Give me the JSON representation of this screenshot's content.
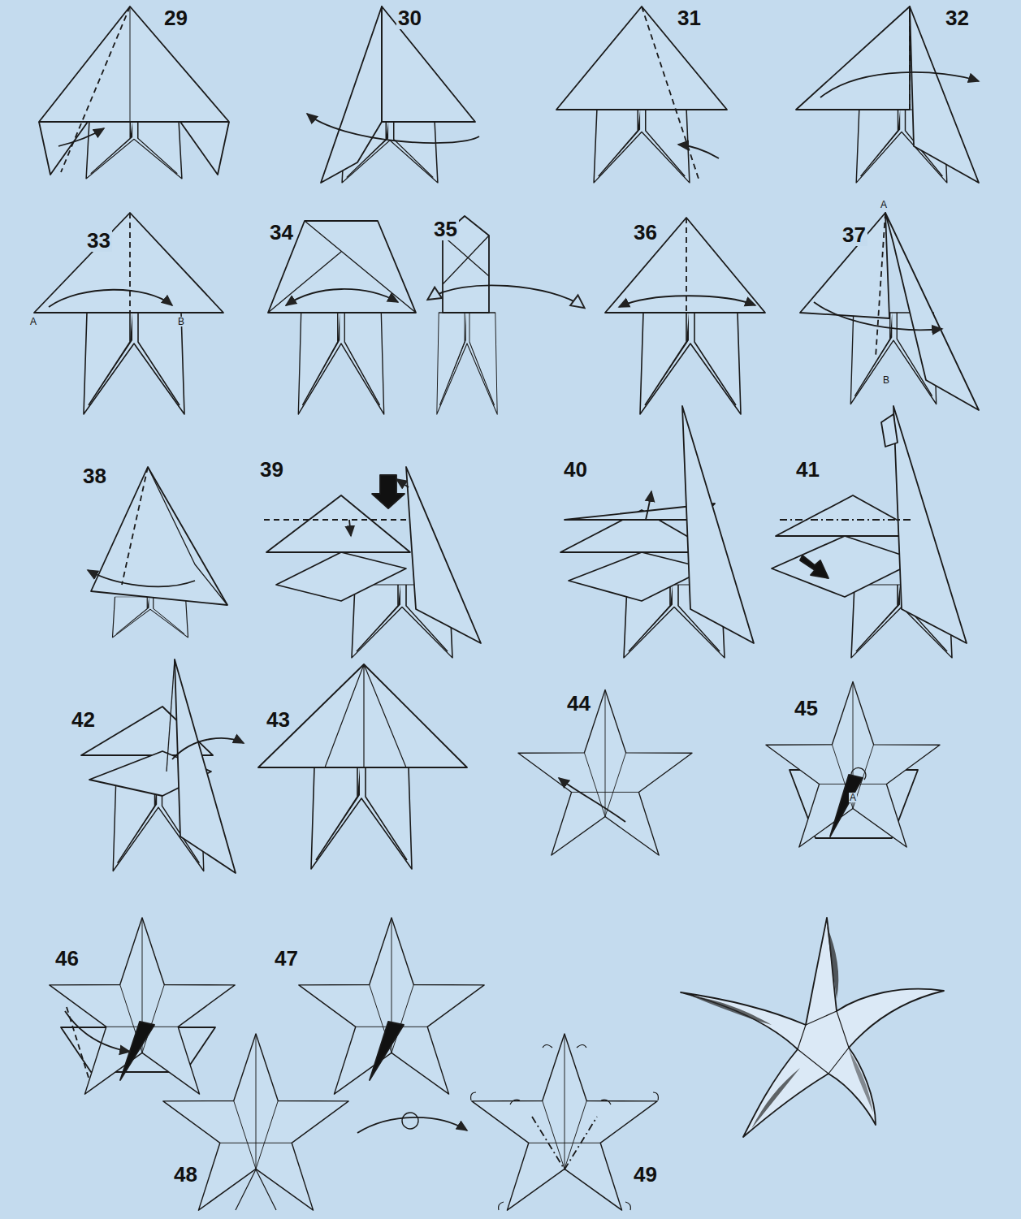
{
  "diagram": {
    "labels": [
      "29",
      "30",
      "31",
      "32",
      "33",
      "34",
      "35",
      "36",
      "37",
      "38",
      "39",
      "40",
      "41",
      "42",
      "43",
      "44",
      "45",
      "46",
      "47",
      "48",
      "49",
      "A",
      "B",
      "A",
      "B",
      "A"
    ]
  }
}
